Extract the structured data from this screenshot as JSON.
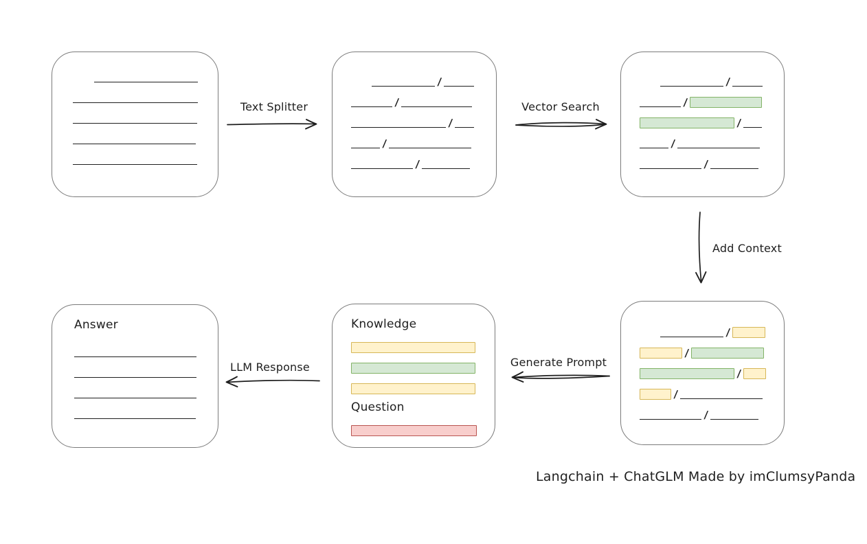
{
  "diagram": {
    "caption": "Langchain + ChatGLM Made by imClumsyPanda",
    "slash": "/",
    "labels": {
      "text_splitter": "Text Splitter",
      "vector_search": "Vector Search",
      "add_context": "Add Context",
      "generate_prompt": "Generate Prompt",
      "llm_response": "LLM Response"
    },
    "colors": {
      "line": "#1e1e1e",
      "box_border": "#7a7a7a",
      "green_fill": "#d5e8d4",
      "green_border": "#82b366",
      "yellow_fill": "#fff2cc",
      "yellow_border": "#d6b656",
      "red_fill": "#f8cecc",
      "red_border": "#b85450"
    },
    "nodes": {
      "document": {
        "rows": [
          [
            {
              "t": "gap",
              "w": 31
            },
            {
              "t": "line",
              "w": 151
            }
          ],
          [
            {
              "t": "line",
              "w": 182
            }
          ],
          [
            {
              "t": "line",
              "w": 181
            }
          ],
          [
            {
              "t": "line",
              "w": 179
            }
          ],
          [
            {
              "t": "line",
              "w": 181
            }
          ]
        ]
      },
      "split_text": {
        "rows": [
          [
            {
              "t": "gap",
              "w": 30
            },
            {
              "t": "line",
              "w": 92
            },
            {
              "t": "slash"
            },
            {
              "t": "line",
              "w": 44
            }
          ],
          [
            {
              "t": "line",
              "w": 60
            },
            {
              "t": "slash"
            },
            {
              "t": "line",
              "w": 103
            }
          ],
          [
            {
              "t": "line",
              "w": 138
            },
            {
              "t": "slash"
            },
            {
              "t": "line",
              "w": 28
            }
          ],
          [
            {
              "t": "line",
              "w": 42
            },
            {
              "t": "slash"
            },
            {
              "t": "line",
              "w": 120
            }
          ],
          [
            {
              "t": "line",
              "w": 90
            },
            {
              "t": "slash"
            },
            {
              "t": "line",
              "w": 70
            }
          ]
        ]
      },
      "vector_matched": {
        "rows": [
          [
            {
              "t": "gap",
              "w": 30
            },
            {
              "t": "line",
              "w": 92
            },
            {
              "t": "slash"
            },
            {
              "t": "line",
              "w": 44
            }
          ],
          [
            {
              "t": "line",
              "w": 60
            },
            {
              "t": "slash"
            },
            {
              "t": "green",
              "w": 105
            }
          ],
          [
            {
              "t": "green",
              "w": 138
            },
            {
              "t": "slash"
            },
            {
              "t": "line",
              "w": 27
            }
          ],
          [
            {
              "t": "line",
              "w": 42
            },
            {
              "t": "slash"
            },
            {
              "t": "line",
              "w": 120
            }
          ],
          [
            {
              "t": "line",
              "w": 90
            },
            {
              "t": "slash"
            },
            {
              "t": "line",
              "w": 70
            }
          ]
        ]
      },
      "context_added": {
        "rows": [
          [
            {
              "t": "gap",
              "w": 30
            },
            {
              "t": "line",
              "w": 92
            },
            {
              "t": "slash"
            },
            {
              "t": "yellow",
              "w": 48
            }
          ],
          [
            {
              "t": "yellow",
              "w": 62
            },
            {
              "t": "slash"
            },
            {
              "t": "green",
              "w": 106
            }
          ],
          [
            {
              "t": "green",
              "w": 138
            },
            {
              "t": "slash"
            },
            {
              "t": "yellow",
              "w": 33
            }
          ],
          [
            {
              "t": "yellow",
              "w": 46
            },
            {
              "t": "slash"
            },
            {
              "t": "line",
              "w": 120
            }
          ],
          [
            {
              "t": "line",
              "w": 90
            },
            {
              "t": "slash"
            },
            {
              "t": "line",
              "w": 70
            }
          ]
        ]
      },
      "prompt": {
        "knowledge_label": "Knowledge",
        "question_label": "Question",
        "knowledge_rows": [
          [
            {
              "t": "yellow",
              "w": 181
            }
          ],
          [
            {
              "t": "green",
              "w": 181
            }
          ],
          [
            {
              "t": "yellow",
              "w": 181
            }
          ]
        ],
        "question_rows": [
          [
            {
              "t": "red",
              "w": 183
            }
          ]
        ]
      },
      "answer": {
        "label": "Answer",
        "rows": [
          [
            {
              "t": "line",
              "w": 178
            }
          ],
          [
            {
              "t": "line",
              "w": 178
            }
          ],
          [
            {
              "t": "line",
              "w": 178
            }
          ],
          [
            {
              "t": "line",
              "w": 177
            }
          ]
        ]
      }
    }
  }
}
